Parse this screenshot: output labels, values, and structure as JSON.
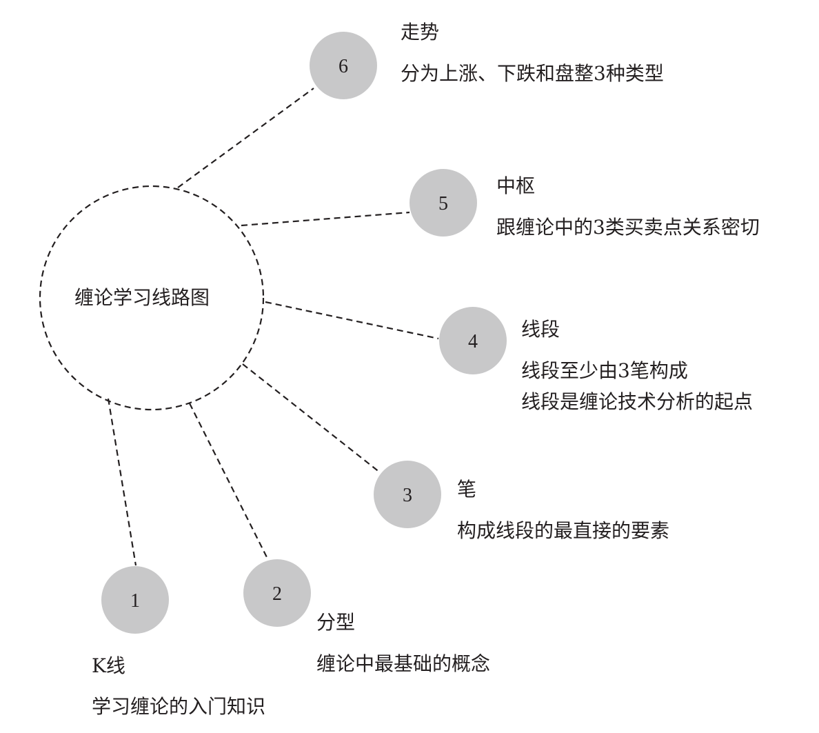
{
  "center_label": "缠论学习线路图",
  "colors": {
    "node_fill": "#c8c8c9",
    "line": "#231f20",
    "text": "#231f20"
  },
  "nodes": [
    {
      "number": "1",
      "title": "K线",
      "desc": [
        "学习缠论的入门知识"
      ]
    },
    {
      "number": "2",
      "title": "分型",
      "desc": [
        "缠论中最基础的概念"
      ]
    },
    {
      "number": "3",
      "title": "笔",
      "desc": [
        "构成线段的最直接的要素"
      ]
    },
    {
      "number": "4",
      "title": "线段",
      "desc": [
        "线段至少由3笔构成",
        "线段是缠论技术分析的起点"
      ]
    },
    {
      "number": "5",
      "title": "中枢",
      "desc": [
        "跟缠论中的3类买卖点关系密切"
      ]
    },
    {
      "number": "6",
      "title": "走势",
      "desc": [
        "分为上涨、下跌和盘整3种类型"
      ]
    }
  ]
}
